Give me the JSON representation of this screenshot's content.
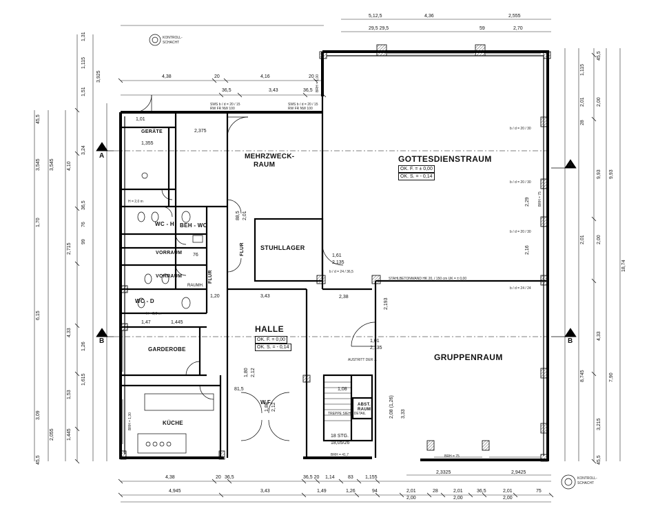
{
  "rooms": {
    "gottesdienstraum": "GOTTESDIENSTRAUM",
    "mehrzweckraum_1": "MEHRZWECK-",
    "mehrzweckraum_2": "RAUM",
    "halle": "HALLE",
    "gruppenraum": "GRUPPENRAUM",
    "stuhllager": "STUHLLAGER",
    "garderobe": "GARDEROBE",
    "kueche": "KÜCHE",
    "wc_h": "WC - H",
    "wc_d": "WC - D",
    "beh_wc": "BEH - WC",
    "vorraum_1": "VORRAUM",
    "vorraum_2": "VORRAUM",
    "flur_1": "FLUR",
    "flur_2": "FLUR",
    "wf": "W.F.",
    "geraete": "GERÄTE",
    "abst_raum_1": "ABST.",
    "abst_raum_2": "RAUM",
    "stairs_1": "18 STG.",
    "stairs_2": "18,05/26",
    "raumh": "RAUMH."
  },
  "levels": {
    "gd_ok_f": "OK. F. = ± 0,00",
    "gd_ok_s": "OK. S. = - 0,14",
    "halle_ok_f": "OK. F. = 0,00",
    "halle_ok_s": "OK. S. = - 0,14"
  },
  "sections": {
    "a": "A",
    "b": "B"
  },
  "notes": {
    "kontroll_1": "KONTROLL-",
    "kontroll_2": "SCHACHT",
    "brh_100": "BRH = 1,00",
    "brh_75": "BRH = 75",
    "brh_417": "BRH = 41,7",
    "brh_130": "BRH = 1,30",
    "bd_2030": "b / d = 20 / 30",
    "bd_2424": "b / d = 24 / 24",
    "bd_2436": "b / d = 24 / 36,5",
    "stahl": "STAHLBETONWAND  HK 20, / 150 cm  UK = ± 0,00",
    "sws_1": "SWS  b / d = 20 / 15",
    "sws_2": "RW FR  NW 100",
    "treppe": "TREPPE SIEHE DETAIL",
    "austritt": "AUSTRITT DER ...",
    "h20": "H = 2,0 m",
    "schacht": "SCHACHT"
  },
  "dims_top": {
    "d438": "4,38",
    "d20a": "20",
    "d416": "4,16",
    "d20b": "20",
    "d365a": "36,5",
    "d343": "3,43",
    "d365b": "36,5",
    "d51245": "5,12,5",
    "d436": "4,36",
    "d2555": "2,555",
    "d255": "29,5  29,5",
    "d59": "59",
    "d270": "2,70",
    "d2375": "2,375",
    "d1355": "1,355",
    "d101": "1,01"
  },
  "dims_bottom": {
    "b438": "4,38",
    "b20": "20",
    "b365": "36,5",
    "b365_20": "36,5  20",
    "b114": "1,14",
    "b83": "83",
    "b1155": "1,155",
    "b4945": "4,945",
    "b343": "3,43",
    "b149": "1,49",
    "b126": "1,26",
    "b94": "94",
    "b201a": "2,01",
    "b28a": "28",
    "b201b": "2,01",
    "b365b": "36,5",
    "b201c": "2,01",
    "b75": "75",
    "b200a": "2,00",
    "b200b": "2,00",
    "b200c": "2,00",
    "b23325": "2,3325",
    "b29425": "2,9425"
  },
  "dims_left": {
    "l131": "1,31",
    "l1115": "1,115",
    "l151": "1,51",
    "l3925": "3,925",
    "l455a": "45,5",
    "l3545a": "3,545",
    "l3545b": "3,545",
    "l410": "4,10",
    "l365": "36,5",
    "l76a": "76",
    "l99": "99",
    "l2715": "2,715",
    "l615": "6,15",
    "l433": "4,33",
    "l126": "1,26",
    "l1615": "1,615",
    "l153": "1,53",
    "l309": "3,09",
    "l2055": "2,055",
    "l1445": "1,445",
    "l455b": "45,5",
    "l170": "1,70",
    "l324": "3,24"
  },
  "dims_right": {
    "r455a": "45,5",
    "r1115": "1,115",
    "r201a": "2,01",
    "r200a": "2,00",
    "r28": "28",
    "r993a": "9,93",
    "r993b": "9,93",
    "r1874": "18,74",
    "r433": "4,33",
    "r8745": "8,745",
    "r790": "7,90",
    "r3215": "3,215",
    "r455b": "45,5",
    "r201b": "2,01",
    "r200b": "2,00"
  },
  "dims_inner": {
    "i161": "1,61",
    "i2135a": "2,135",
    "i238": "2,38",
    "i101": "1,01",
    "i2135b": "2,135",
    "i333": "3,33",
    "i208": "2,08 (1,26)",
    "i180a": "1,80",
    "i212a": "2,12",
    "i180b": "1,80",
    "i212b": "2,12",
    "i120": "1,20",
    "i343": "3,43",
    "i885": "88,5",
    "i201": "2,01",
    "i815": "81,5",
    "i108": "1,08",
    "i147": "1,47",
    "i1445": "1,445",
    "i2193": "2,193",
    "i216": "2,16",
    "i229": "2,29",
    "i76": "76"
  }
}
